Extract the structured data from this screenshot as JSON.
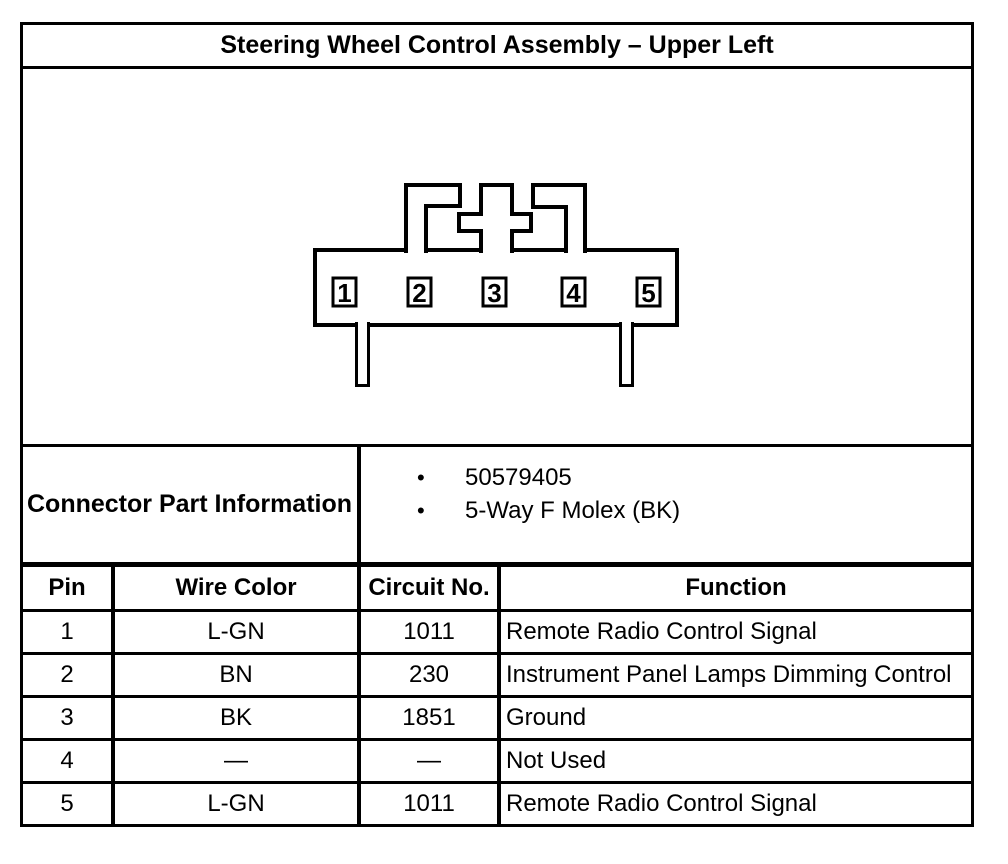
{
  "title": "Steering Wheel Control Assembly – Upper Left",
  "connector": {
    "pins": [
      "1",
      "2",
      "3",
      "4",
      "5"
    ],
    "part_info_label": "Connector Part Information",
    "bullet": "•",
    "part_number": "50579405",
    "connector_type": "5-Way F Molex (BK)"
  },
  "pin_table": {
    "headers": {
      "pin": "Pin",
      "wire_color": "Wire Color",
      "circuit_no": "Circuit No.",
      "function": "Function"
    },
    "rows": [
      {
        "pin": "1",
        "wire_color": "L-GN",
        "circuit_no": "1011",
        "function": "Remote Radio Control Signal"
      },
      {
        "pin": "2",
        "wire_color": "BN",
        "circuit_no": "230",
        "function": "Instrument Panel Lamps Dimming Control"
      },
      {
        "pin": "3",
        "wire_color": "BK",
        "circuit_no": "1851",
        "function": "Ground"
      },
      {
        "pin": "4",
        "wire_color": "—",
        "circuit_no": "—",
        "function": "Not Used"
      },
      {
        "pin": "5",
        "wire_color": "L-GN",
        "circuit_no": "1011",
        "function": "Remote Radio Control Signal"
      }
    ]
  },
  "colors": {
    "line": "#000000",
    "background": "#ffffff"
  }
}
